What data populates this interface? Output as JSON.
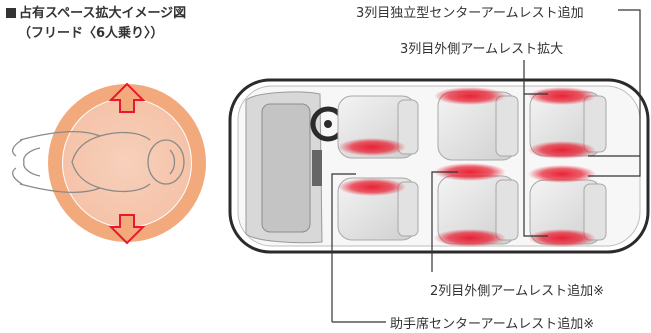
{
  "header": {
    "title": "占有スペース拡大イメージ図",
    "subtitle": "（フリード〈6人乗り〉）"
  },
  "callouts": {
    "row3_center": "3列目独立型センターアームレスト追加",
    "row3_outer": "3列目外側アームレスト拡大",
    "row2_outer": "2列目外側アームレスト追加※",
    "passenger_center": "助手席センターアームレスト追加※"
  },
  "colors": {
    "highlight_red": "#e8192c",
    "space_orange": "#f0a070",
    "line": "#333333"
  }
}
